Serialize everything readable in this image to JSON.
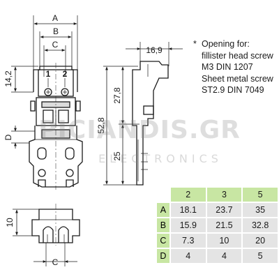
{
  "dimensions": {
    "A": "A",
    "B": "B",
    "C_top": "C",
    "C_bottom": "C",
    "D": "D",
    "h_14_2": "14,2",
    "w_16_9": "16,9",
    "h_27_8": "27,8",
    "h_52_8": "52,8",
    "h_25": "25",
    "h_10": "10",
    "pos1": "1",
    "pos2": "2"
  },
  "note": {
    "star": "*",
    "lines": [
      "Opening for:",
      "fillister head screw",
      "M3 DIN 1207",
      "Sheet metal screw",
      "ST2.9 DIN 7049"
    ]
  },
  "table": {
    "columns": [
      "2",
      "3",
      "5"
    ],
    "rows": [
      {
        "label": "A",
        "values": [
          "18.1",
          "23.7",
          "35"
        ]
      },
      {
        "label": "B",
        "values": [
          "15.9",
          "21.5",
          "32.8"
        ]
      },
      {
        "label": "C",
        "values": [
          "7.3",
          "10",
          "20"
        ]
      },
      {
        "label": "D",
        "values": [
          "4",
          "4",
          "5"
        ]
      }
    ]
  },
  "watermark": {
    "main": "PICIANDIS.GR",
    "sub": "ELECTRONICS"
  },
  "colors": {
    "line": "#1a1a1a",
    "table_header": "#c8e6a3",
    "table_cell": "#e4e4e4",
    "watermark": "#8a8a8a"
  }
}
